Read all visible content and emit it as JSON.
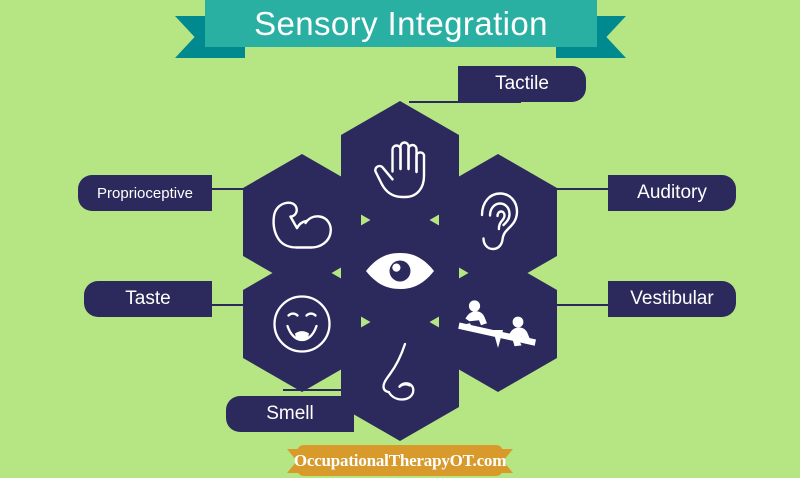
{
  "header": {
    "title": "Sensory Integration",
    "ribbon_band_color": "#2ab0a3",
    "ribbon_tail_color": "#00898f",
    "title_color": "#ffffff"
  },
  "theme": {
    "background_color": "#b6e584",
    "hexagon_color": "#2c2a5c",
    "icon_color": "#ffffff",
    "label_color": "#ffffff",
    "footer_color": "#d79a2b"
  },
  "diagram": {
    "nodes": [
      {
        "id": "tactile",
        "label": "Tactile",
        "icon": "hand-icon",
        "label_side": "top-right",
        "position": "center-top"
      },
      {
        "id": "proprioceptive",
        "label": "Proprioceptive",
        "icon": "flexed-arm-icon",
        "label_side": "left",
        "position": "left-upper"
      },
      {
        "id": "auditory",
        "label": "Auditory",
        "icon": "ear-icon",
        "label_side": "right",
        "position": "right-upper"
      },
      {
        "id": "vision",
        "label": "",
        "icon": "eye-icon",
        "label_side": "none",
        "position": "center-middle"
      },
      {
        "id": "taste",
        "label": "Taste",
        "icon": "smiling-face-tongue-icon",
        "label_side": "left",
        "position": "left-lower"
      },
      {
        "id": "vestibular",
        "label": "Vestibular",
        "icon": "seesaw-icon",
        "label_side": "right",
        "position": "right-lower"
      },
      {
        "id": "smell",
        "label": "Smell",
        "icon": "nose-icon",
        "label_side": "bottom-left",
        "position": "center-bottom"
      }
    ]
  },
  "footer": {
    "brand": "OccupationalTherapyOT.com"
  }
}
